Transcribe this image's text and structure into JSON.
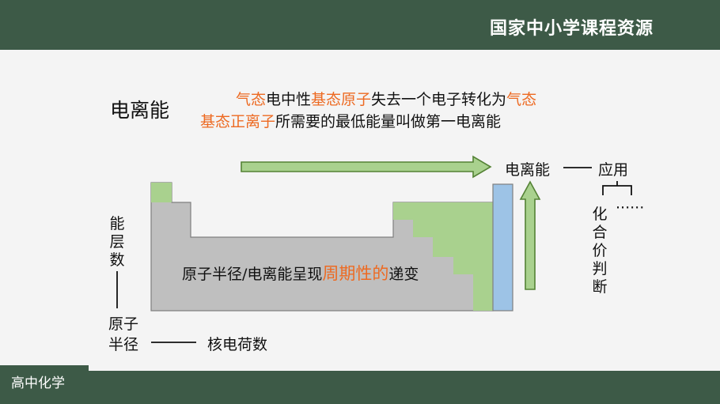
{
  "header": {
    "brand": "国家中小学课程资源"
  },
  "footer": {
    "subject": "高中化学"
  },
  "slide": {
    "title": "电离能",
    "definition": {
      "line1": [
        {
          "text": "气态",
          "hl": true
        },
        {
          "text": "电中性",
          "hl": false
        },
        {
          "text": "基态原子",
          "hl": true
        },
        {
          "text": "失去一个电子转化为",
          "hl": false
        },
        {
          "text": "气态",
          "hl": true
        }
      ],
      "line2": [
        {
          "text": "基态正离子",
          "hl": true
        },
        {
          "text": "所需要的最低能量叫做第一电离能",
          "hl": false
        }
      ]
    },
    "center_text": {
      "prefix": "原子半径/电离能呈现",
      "highlight": "周期性的",
      "suffix": "递变"
    },
    "left_label_top": "能层数",
    "left_label_bottom_1": "原子",
    "left_label_bottom_2": "半径",
    "bottom_label": "核电荷数",
    "ie_label": "电离能",
    "application_label": "应用",
    "branch_left": "化合价判断",
    "branch_right": "······"
  },
  "colors": {
    "bar": "#3d5a47",
    "gray_block": "#bfbfbf",
    "green_block": "#a9d18e",
    "blue_block": "#9dc3e6",
    "arrow_fill": "#a9d18e",
    "arrow_stroke": "#548235",
    "highlight_text": "#ed6a22"
  }
}
